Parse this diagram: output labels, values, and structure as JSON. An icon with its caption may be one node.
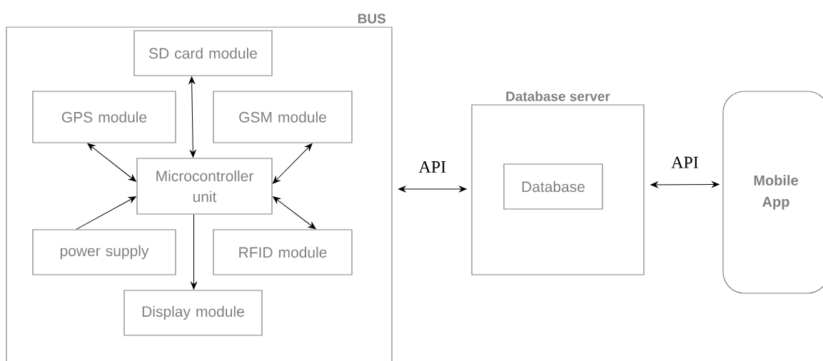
{
  "diagram": {
    "nodes": [
      {
        "text": [
          "BUS"
        ]
      },
      {
        "text": [
          "SD card module"
        ],
        "in": 0
      },
      {
        "text": [
          "GPS module"
        ],
        "in": 0
      },
      {
        "text": [
          "GSM module"
        ],
        "in": 0
      },
      {
        "text": [
          "Microcontroller unit"
        ],
        "in": 0
      },
      {
        "text": [
          "power supply"
        ],
        "in": 0
      },
      {
        "text": [
          "RFID module"
        ],
        "in": 0
      },
      {
        "text": [
          "Display module"
        ],
        "in": 0
      },
      {
        "text": [
          "Database server"
        ]
      },
      {
        "text": [
          "Database"
        ],
        "in": 8
      },
      {
        "text": [
          "Mobile App"
        ]
      }
    ],
    "edges": [
      {
        "from": 1,
        "to": 4,
        "arrow": "both"
      },
      {
        "from": 2,
        "to": 4,
        "arrow": "both"
      },
      {
        "from": 3,
        "to": 4,
        "arrow": "both"
      },
      {
        "from": 5,
        "to": 4,
        "arrow": "to"
      },
      {
        "from": 4,
        "to": 6,
        "arrow": "both"
      },
      {
        "from": 4,
        "to": 7,
        "arrow": "to"
      },
      {
        "from": 0,
        "to": 8,
        "label": "API",
        "arrow": "both"
      },
      {
        "from": 8,
        "to": 10,
        "label": "API",
        "arrow": "both"
      }
    ]
  }
}
